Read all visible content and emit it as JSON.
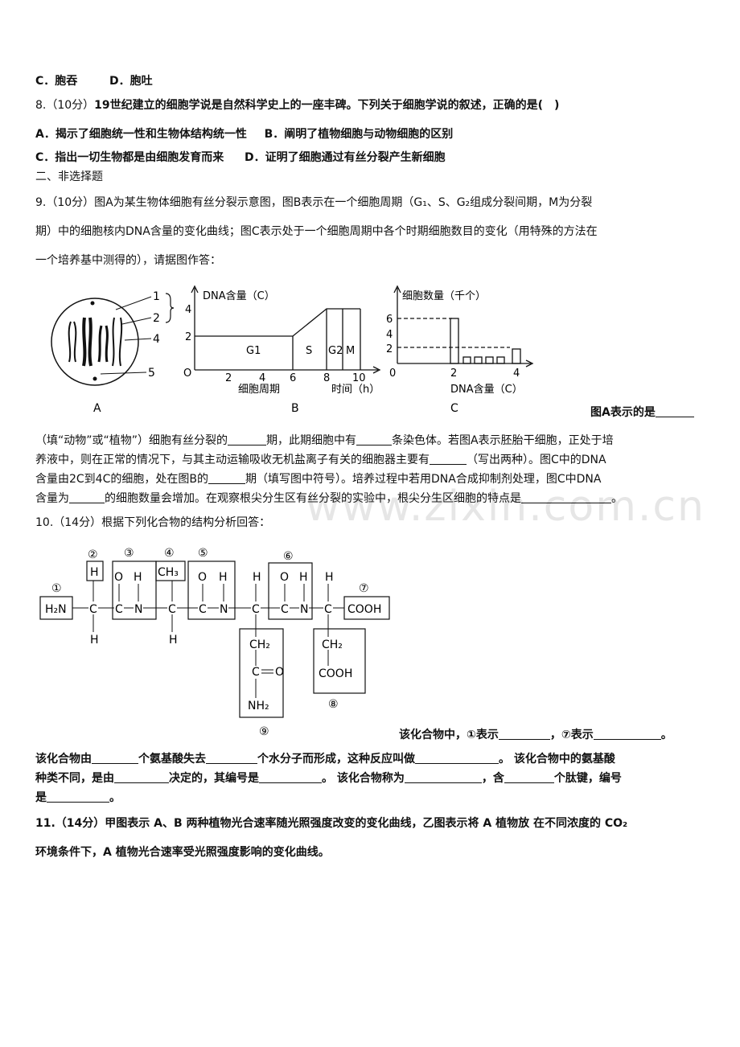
{
  "q7_options": {
    "c": "C．胞吞",
    "d": "D．胞吐"
  },
  "q8": {
    "stem_num": "8.（10分）",
    "stem": "19世纪建立的细胞学说是自然科学史上的一座丰碑。下列关于细胞学说的叙述，正确的是(　)",
    "a": "A．揭示了细胞统一性和生物体结构统一性",
    "b": "B．阐明了植物细胞与动物细胞的区别",
    "c": "C．指出一切生物都是由细胞发育而来",
    "d": "D．证明了细胞通过有丝分裂产生新细胞"
  },
  "section2": "二、非选择题",
  "q9": {
    "l1": "9.（10分）图A为某生物体细胞有丝分裂示意图，图B表示在一个细胞周期（G₁、S、G₂组成分裂间期，M为分裂",
    "l2": "期）中的细胞核内DNA含量的变化曲线；图C表示处于一个细胞周期中各个时期细胞数目的变化（用特殊的方法在",
    "l3": "一个培养基中测得的），请据图作答：",
    "after_fig": "图A表示的是",
    "l4a": "（填“动物”或“植物”）细胞有丝分裂的",
    "l4b": "期，此期细胞中有",
    "l4c": "条染色体。若图A表示胚胎干细胞，正处于培",
    "l5a": "养液中，则在正常的情况下，与其主动运输吸收无机盐离子有关的细胞器主要有",
    "l5b": "（写出两种）。图C中的DNA",
    "l6a": "含量由2C到4C的细胞，处在图B的",
    "l6b": "期（填写图中符号）。培养过程中若用DNA合成抑制剂处理，图C中DNA",
    "l7a": "含量为",
    "l7b": "的细胞数量会增加。在观察根尖分生区有丝分裂的实验中，根尖分生区细胞的特点是",
    "l7c": "。"
  },
  "figA": {
    "caption": "A",
    "labels": [
      "1",
      "2",
      "4",
      "5"
    ]
  },
  "figB": {
    "caption": "B",
    "ylabel": "DNA含量（C）",
    "yticks": [
      "4",
      "2"
    ],
    "xticks": [
      "O",
      "2",
      "4",
      "6",
      "8",
      "10"
    ],
    "phases": [
      "G1",
      "S",
      "G2",
      "M"
    ],
    "xlabel_left": "细胞周期",
    "xlabel_right": "时间（h）"
  },
  "figC": {
    "caption": "C",
    "ylabel": "细胞数量（千个）",
    "yticks": [
      "6",
      "4",
      "2"
    ],
    "xticks": [
      "0",
      "2",
      "4"
    ],
    "xlabel": "DNA含量（C）"
  },
  "q10": {
    "stem": "10.（14分）根据下列化合物的结构分析回答：",
    "nums": [
      "①",
      "②",
      "③",
      "④",
      "⑤",
      "⑥",
      "⑦",
      "⑧",
      "⑨"
    ],
    "l1a": "该化合物中，①表示",
    "l1b": "，⑦表示",
    "l1c": "。",
    "l2a": "该化合物由",
    "l2b": "个氨基酸失去",
    "l2c": "个水分子而形成，这种反应叫做",
    "l2d": "。 该化合物中的氨基酸",
    "l3a": "种类不同，是由",
    "l3b": "决定的，其编号是",
    "l3c": "。 该化合物称为",
    "l3d": "，含",
    "l3e": "个肽键，编号",
    "l4a": "是",
    "l4b": "。"
  },
  "q11": {
    "l1": "11.（14分）甲图表示 A、B 两种植物光合速率随光照强度改变的变化曲线，乙图表示将 A 植物放 在不同浓度的 CO₂",
    "l2": "环境条件下，A 植物光合速率受光照强度影响的变化曲线。"
  },
  "watermark": "www.zixin.com.cn"
}
